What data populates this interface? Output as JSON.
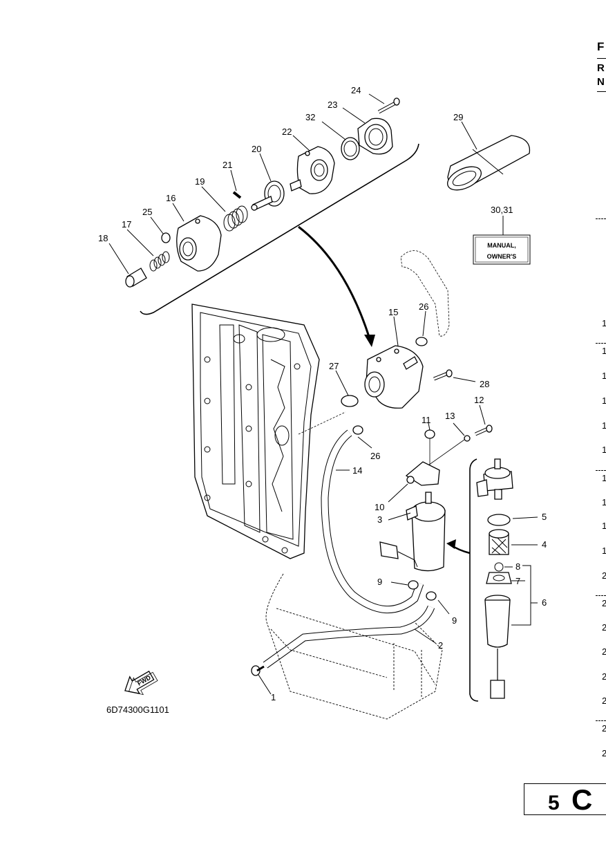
{
  "header": {
    "letters": [
      "F",
      "R",
      "N"
    ]
  },
  "diagram_code": "6D74300G1101",
  "page_tag": {
    "letter": "C",
    "number": "5"
  },
  "manual_label": {
    "line1": "MANUAL,",
    "line2": "OWNER'S"
  },
  "fwd_label": "FWD",
  "callouts": [
    {
      "id": "c1",
      "text": "1"
    },
    {
      "id": "c2",
      "text": "2"
    },
    {
      "id": "c3",
      "text": "3"
    },
    {
      "id": "c4",
      "text": "4"
    },
    {
      "id": "c5",
      "text": "5"
    },
    {
      "id": "c6",
      "text": "6"
    },
    {
      "id": "c7",
      "text": "7"
    },
    {
      "id": "c8",
      "text": "8"
    },
    {
      "id": "c9a",
      "text": "9"
    },
    {
      "id": "c9b",
      "text": "9"
    },
    {
      "id": "c10",
      "text": "10"
    },
    {
      "id": "c11",
      "text": "11"
    },
    {
      "id": "c12",
      "text": "12"
    },
    {
      "id": "c13",
      "text": "13"
    },
    {
      "id": "c14",
      "text": "14"
    },
    {
      "id": "c15",
      "text": "15"
    },
    {
      "id": "c16",
      "text": "16"
    },
    {
      "id": "c17",
      "text": "17"
    },
    {
      "id": "c18",
      "text": "18"
    },
    {
      "id": "c19",
      "text": "19"
    },
    {
      "id": "c20",
      "text": "20"
    },
    {
      "id": "c21",
      "text": "21"
    },
    {
      "id": "c22",
      "text": "22"
    },
    {
      "id": "c23",
      "text": "23"
    },
    {
      "id": "c24",
      "text": "24"
    },
    {
      "id": "c25",
      "text": "25"
    },
    {
      "id": "c26a",
      "text": "26"
    },
    {
      "id": "c26b",
      "text": "26"
    },
    {
      "id": "c27",
      "text": "27"
    },
    {
      "id": "c28",
      "text": "28"
    },
    {
      "id": "c29",
      "text": "29"
    },
    {
      "id": "c3031",
      "text": "30,31"
    }
  ],
  "side_column_numbers": [
    "1",
    "1",
    "1",
    "1",
    "1",
    "1",
    "1",
    "1",
    "1",
    "1",
    "2",
    "2",
    "2",
    "2",
    "2",
    "2",
    "2",
    "2"
  ]
}
